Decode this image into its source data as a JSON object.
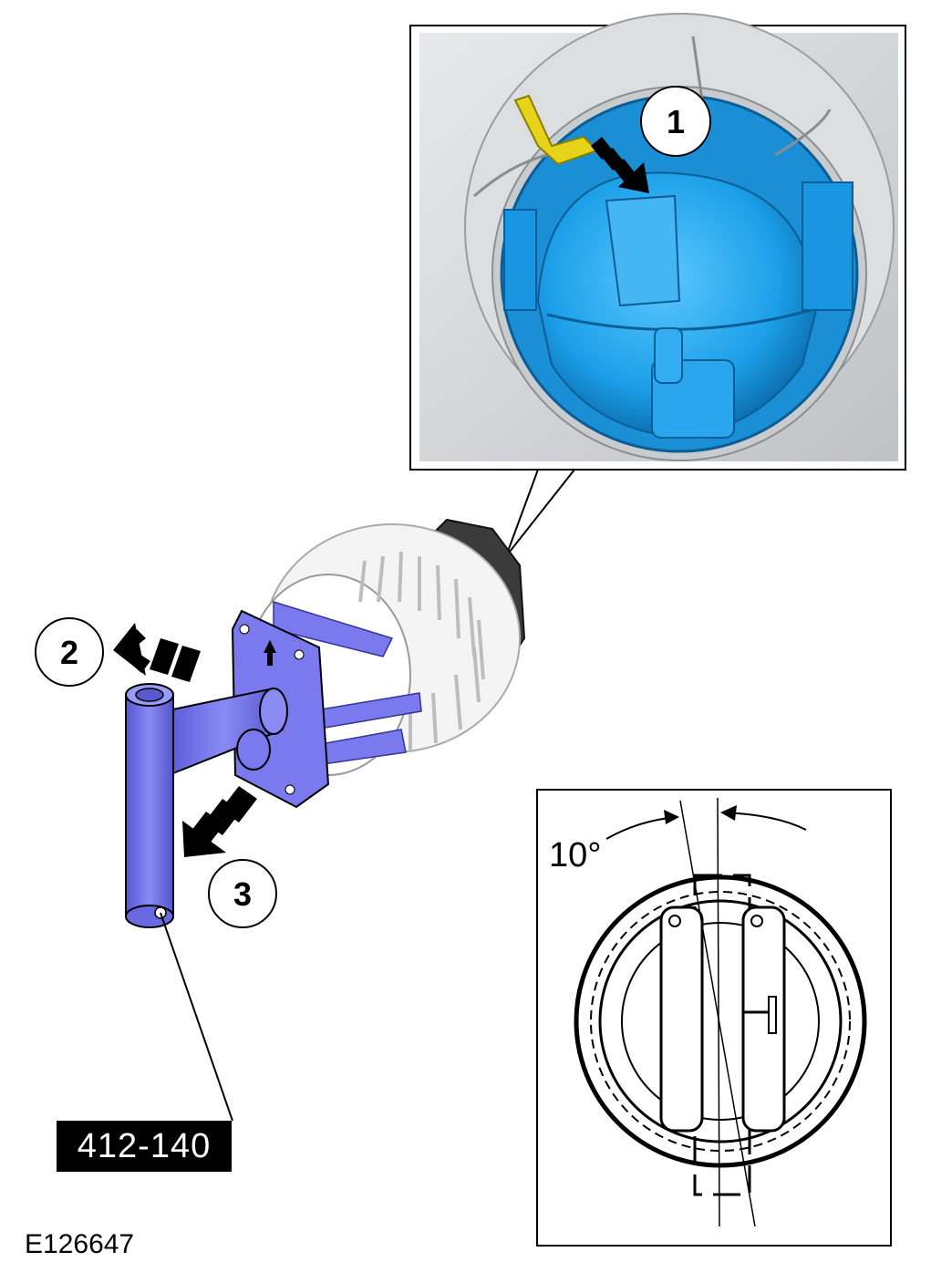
{
  "callouts": {
    "step1": "1",
    "step2": "2",
    "step3": "3"
  },
  "tool_number": "412-140",
  "angle_label": "10°",
  "figure_id": "E126647",
  "colors": {
    "highlight_blue": "#1ea7ee",
    "tool_blue": "#7a7aee",
    "clip_yellow": "#e6d31a",
    "housing_gray": "#d4d6d8"
  }
}
